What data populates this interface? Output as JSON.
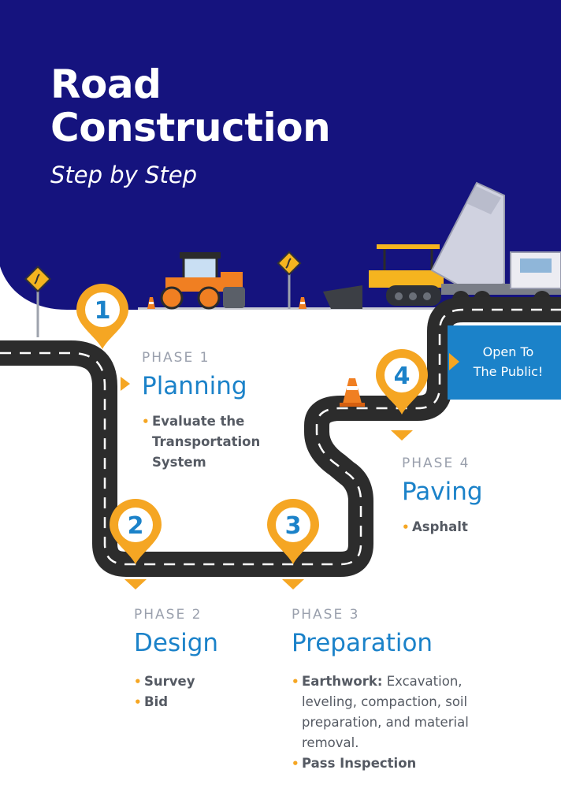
{
  "title": {
    "line1": "Road",
    "line2": "Construction",
    "subtitle": "Step by Step"
  },
  "colors": {
    "navy": "#15137e",
    "accent": "#1b82c9",
    "pin": "#f5a623",
    "road": "#2c2c2c"
  },
  "icons": [
    "road-sign-icon",
    "road-roller-icon",
    "traffic-cone-icon",
    "asphalt-paver-icon",
    "dump-truck-icon",
    "location-pin-icon"
  ],
  "pins": [
    "1",
    "2",
    "3",
    "4"
  ],
  "phases": [
    {
      "label": "PHASE 1",
      "name": "Planning",
      "items": [
        "Evaluate the Transportation System"
      ]
    },
    {
      "label": "PHASE 2",
      "name": "Design",
      "items": [
        "Survey",
        "Bid"
      ]
    },
    {
      "label": "PHASE 3",
      "name": "Preparation",
      "items": [
        {
          "bold": "Earthwork:",
          "rest": " Excavation, leveling, compaction, soil preparation, and material removal."
        },
        {
          "bold": "Pass Inspection",
          "rest": ""
        }
      ]
    },
    {
      "label": "PHASE 4",
      "name": "Paving",
      "items": [
        "Asphalt"
      ]
    }
  ],
  "destination": {
    "line1": "Open To",
    "line2": "The Public!"
  }
}
